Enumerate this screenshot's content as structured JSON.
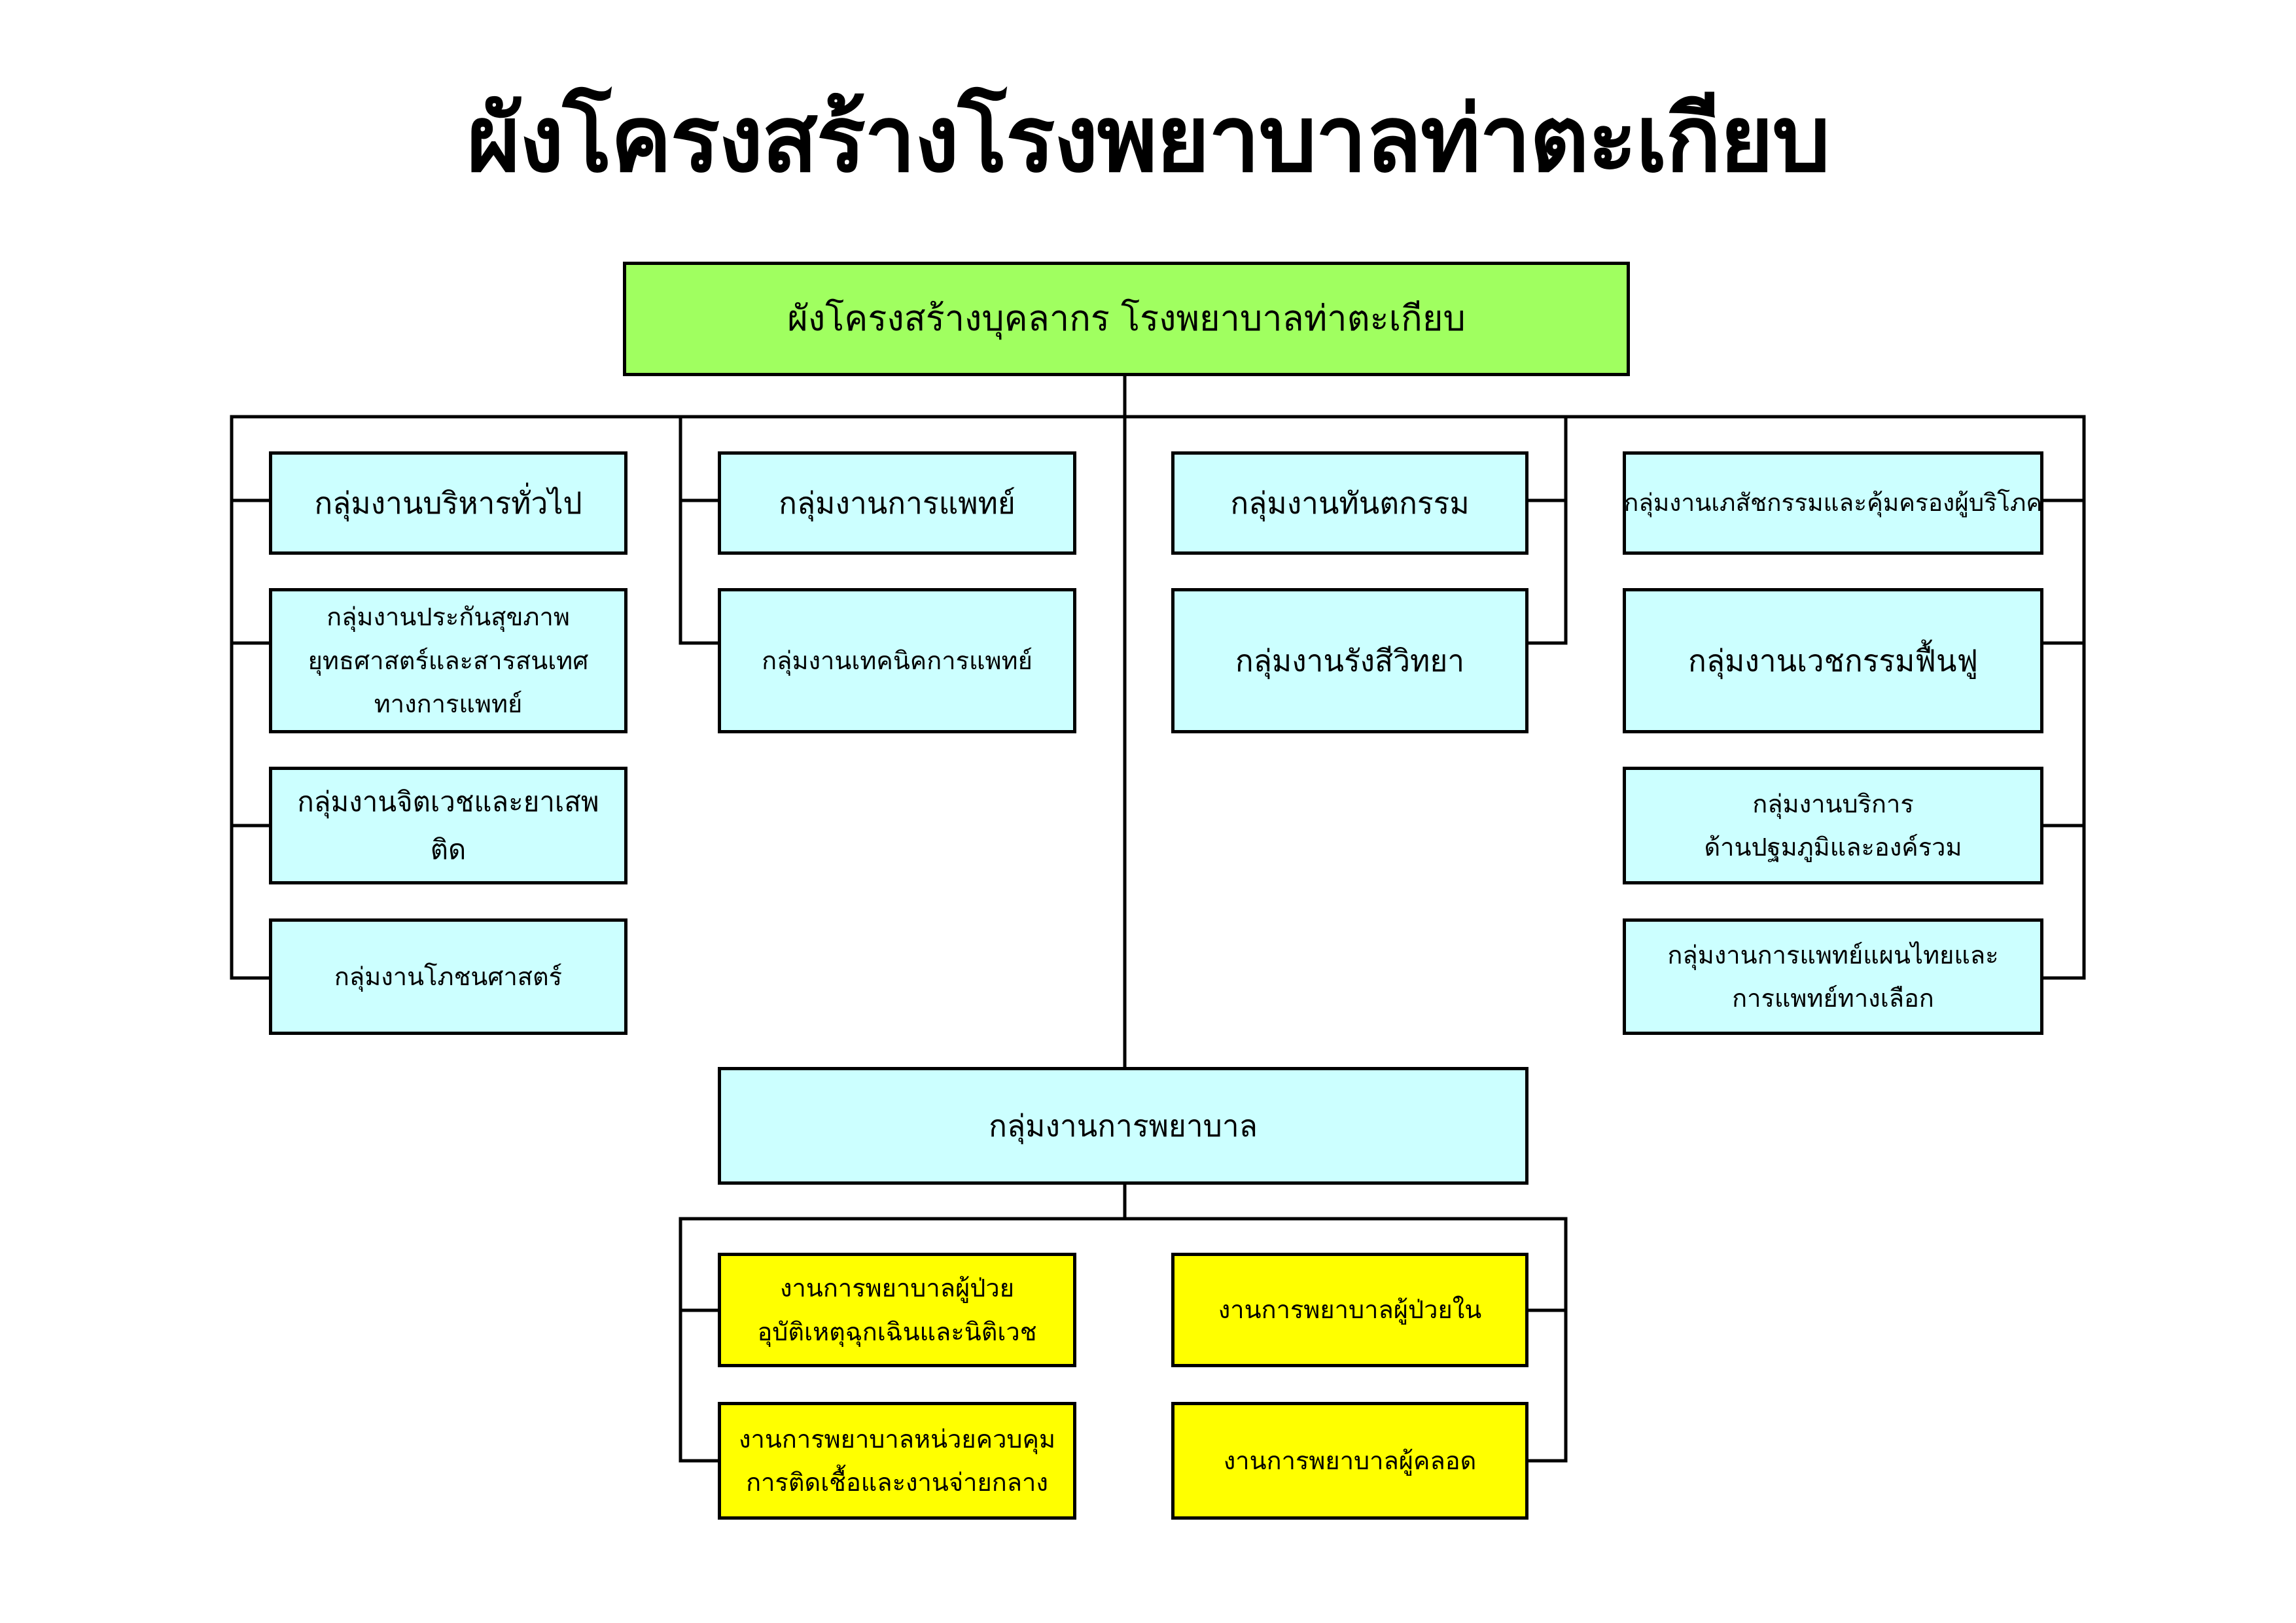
{
  "title": "ผังโครงสร้างโรงพยาบาลท่าตะเกียบ",
  "top_box": "ผังโครงสร้างบุคลากร โรงพยาบาลท่าตะเกียบ",
  "groups": {
    "admin": "กลุ่มงานบริหารทั่วไป",
    "insurance": [
      "กลุ่มงานประกันสุขภาพ",
      "ยุทธศาสตร์และสารสนเทศ",
      "ทางการแพทย์"
    ],
    "psych": "กลุ่มงานจิตเวชและยาเสพติด",
    "nutrition": "กลุ่มงานโภชนศาสตร์",
    "medical": "กลุ่มงานการแพทย์",
    "medtech": "กลุ่มงานเทคนิคการแพทย์",
    "dental": "กลุ่มงานทันตกรรม",
    "radiology": "กลุ่มงานรังสีวิทยา",
    "pharmacy": "กลุ่มงานเภสัชกรรมและคุ้มครองผู้บริโภค",
    "rehab": "กลุ่มงานเวชกรรมฟื้นฟู",
    "primary": [
      "กลุ่มงานบริการ",
      "ด้านปฐมภูมิและองค์รวม"
    ],
    "thai_med": [
      "กลุ่มงานการแพทย์แผนไทยและ",
      "การแพทย์ทางเลือก"
    ],
    "nursing": "กลุ่มงานการพยาบาล"
  },
  "nursing_units": {
    "er": [
      "งานการพยาบาลผู้ป่วย",
      "อุบัติเหตุฉุกเฉินและนิติเวช"
    ],
    "ipd": "งานการพยาบาลผู้ป่วยใน",
    "ic": [
      "งานการพยาบาลหน่วยควบคุม",
      "การติดเชื้อและงานจ่ายกลาง"
    ],
    "lr": "งานการพยาบาลผู้คลอด"
  }
}
